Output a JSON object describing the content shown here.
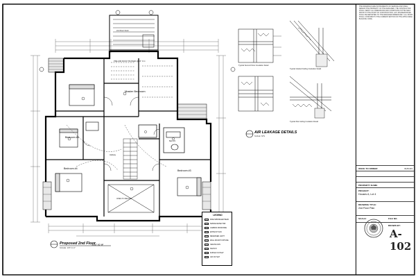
{
  "plan": {
    "title": "Proposed 2nd Floor",
    "scale": "SCALE: 1/8\"=1'-0\"",
    "area": "1187.92 ft²",
    "rooms": {
      "master_bedroom": "Master Bedroom",
      "bedroom_5": "Bedroom #5",
      "bedroom_4": "Bedroom #4",
      "bedroom_3": "Bedroom #3",
      "bath_3": "Bath #3",
      "roof_deck": "2nd Floor Deck",
      "hallway": "Hallway",
      "open_to_below": "OPEN TO BELOW",
      "roof_truss_note": "PRE-FAB ROOF TRUSSES @ 24\" O.C."
    }
  },
  "details": {
    "title": "AIR LEAKAGE DETAILS",
    "scale": "SCALE: NTS",
    "captions": [
      "Typical Second Floor Insulation Detail",
      "Typical Vaulted Ceiling Insulation Detail",
      "Typical Flat Ceiling Insulation Detail"
    ]
  },
  "legend": {
    "title": "LEGEND",
    "items": [
      "FIRE SPRINKLER HEAD",
      "SMOKE DETECTOR",
      "CARBON MONOXIDE",
      "EXHAUST FAN",
      "RECESSED LIGHT",
      "WALL MOUNT FIXTURE",
      "CEILING FAN",
      "SWITCH",
      "DUPLEX OUTLET",
      "GFI OUTLET"
    ]
  },
  "titleblock": {
    "notes": "THE DRAWINGS ARE INSTRUMENTS OF SERVICE AND SHALL REMAIN THE PROPERTY OF THE DESIGNER. THE CONTRACTOR SHALL VERIFY ALL DIMENSIONS AND CONDITIONS IN THE FIELD PRIOR TO THE START OF CONSTRUCTION. ANY DISCREPANCIES SHALL BE REPORTED TO THE DESIGNER IMMEDIATELY. ALL WORK SHALL CONFORM TO THE CURRENT EDITION OF THE APPLICABLE BUILDING CODE.",
    "issue_label": "ISSUE TO OWNER",
    "issue_date": "01/01/23",
    "prepared_label": "PROPERTY NAME",
    "project_label": "PROJECT:",
    "project_value": "Houses A, Lot 4",
    "drawing_label": "DRAWING TITLE:",
    "drawing_value": "2nd Floor Plan",
    "file_label": "FILE NO.",
    "scale_label": "SCALE:",
    "drawn_label": "DRAWN BY:",
    "sheet": "A-102"
  }
}
